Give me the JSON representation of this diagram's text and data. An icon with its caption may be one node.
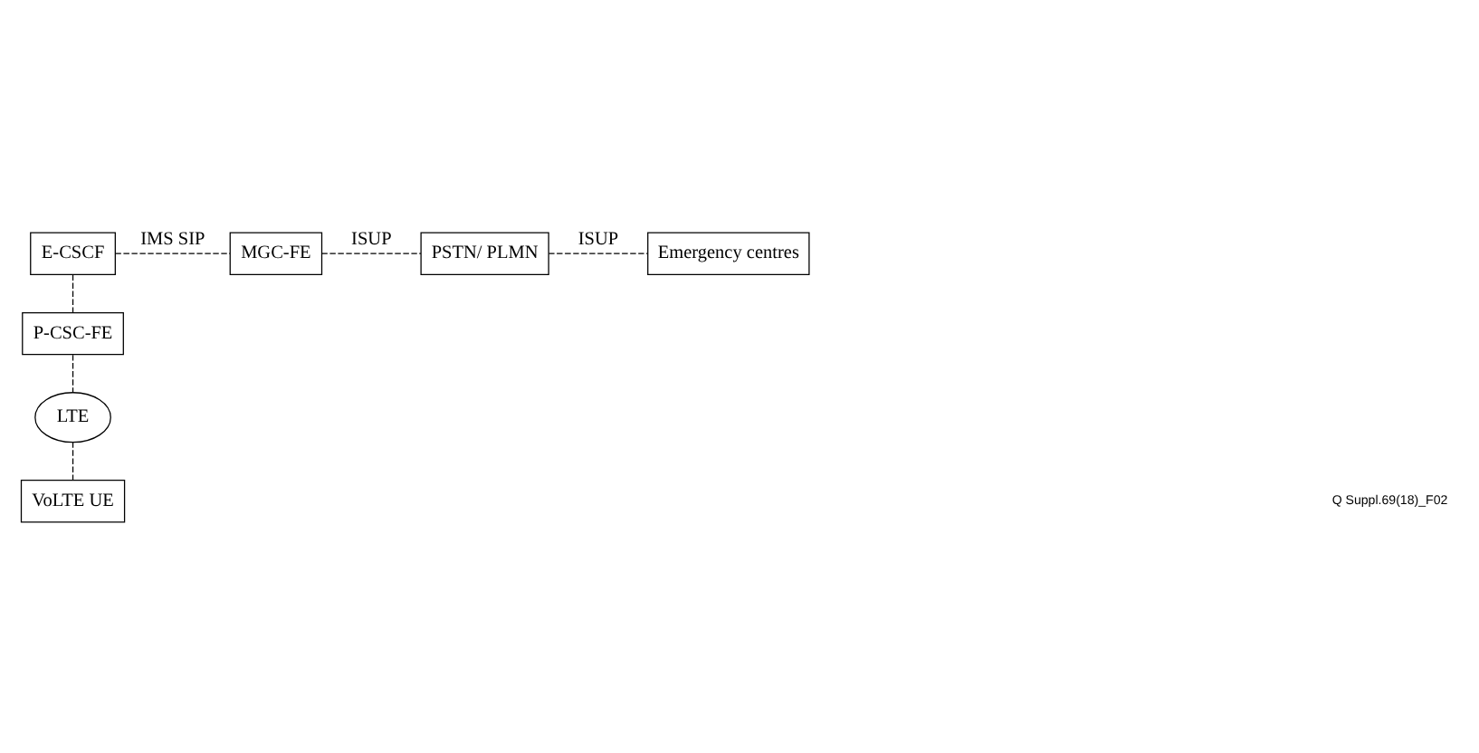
{
  "diagram": {
    "nodes": [
      {
        "text": [
          "E-CSCF"
        ]
      },
      {
        "text": [
          "MGC-FE"
        ]
      },
      {
        "text": [
          "PSTN/ PLMN"
        ]
      },
      {
        "text": [
          "Emergency centres"
        ]
      },
      {
        "text": [
          "P-CSC-FE"
        ]
      },
      {
        "text": [
          "LTE"
        ]
      },
      {
        "text": [
          "VoLTE UE"
        ]
      }
    ],
    "edges": [
      {
        "from": 0,
        "to": 1,
        "arrow": "none",
        "style": "dashed",
        "label": "IMS SIP"
      },
      {
        "from": 1,
        "to": 2,
        "arrow": "none",
        "style": "dashed",
        "label": "ISUP"
      },
      {
        "from": 2,
        "to": 3,
        "arrow": "none",
        "style": "dashed",
        "label": "ISUP"
      },
      {
        "from": 0,
        "to": 4,
        "arrow": "none",
        "style": "dashed"
      },
      {
        "from": 4,
        "to": 5,
        "arrow": "none",
        "style": "dashed"
      },
      {
        "from": 5,
        "to": 6,
        "arrow": "none",
        "style": "dashed"
      }
    ],
    "labels": [
      "Q Suppl.69(18)_F02"
    ]
  }
}
